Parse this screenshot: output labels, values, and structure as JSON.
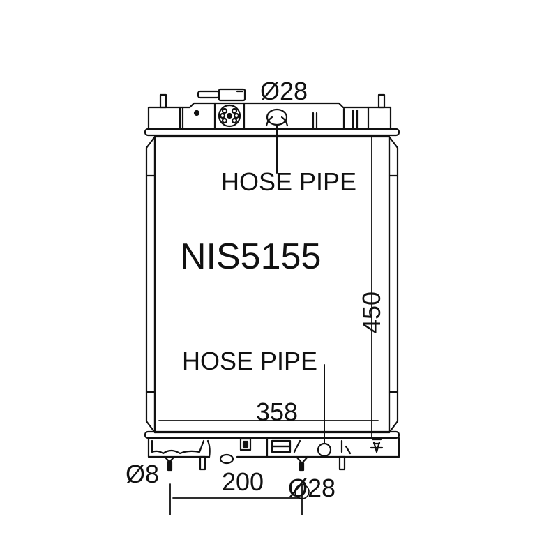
{
  "diagram": {
    "type": "radiator technical drawing",
    "model_number": "NIS5155",
    "labels": {
      "hose_pipe_top": "HOSE PIPE",
      "hose_pipe_bottom": "HOSE PIPE"
    },
    "dimensions": {
      "top_inlet_diameter": "Ø28",
      "bottom_outlet_diameter": "Ø28",
      "drain_diameter": "Ø8",
      "core_width": "358",
      "core_height": "450",
      "inlet_spacing": "200"
    },
    "colors": {
      "line": "#111111",
      "background": "#ffffff"
    }
  }
}
